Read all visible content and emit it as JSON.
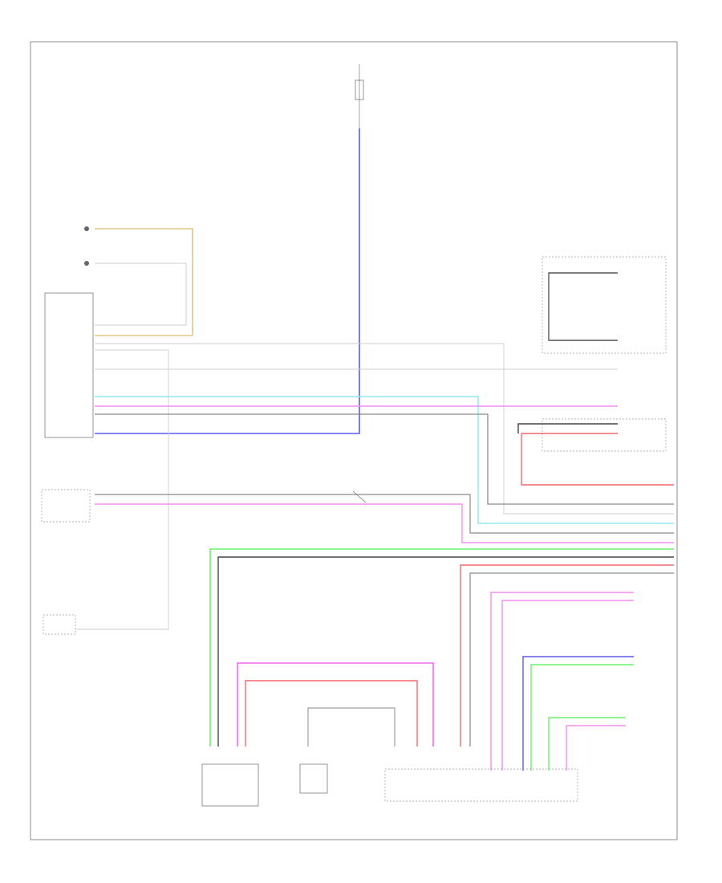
{
  "diagram": {
    "footer_tag": "",
    "system_label": "",
    "legend_lines": [
      "",
      ""
    ],
    "wire_colors": {
      "blue": "#5a5af0",
      "cyan": "#8ee8ee",
      "pink": "#f28ef2",
      "magenta": "#f26af2",
      "red": "#f26a6a",
      "green": "#6af26a",
      "gray": "#8a8a8a",
      "dark": "#444444",
      "tan": "#e2c58a",
      "light": "#cfcfcf"
    },
    "components": [
      {
        "id": "fuse-top",
        "label": ""
      },
      {
        "id": "left-connector",
        "label": ""
      },
      {
        "id": "right-module",
        "label": ""
      },
      {
        "id": "mid-left-connector",
        "label": ""
      },
      {
        "id": "bottom-left-switch",
        "label": ""
      },
      {
        "id": "bottom-connector-1",
        "label": ""
      },
      {
        "id": "bottom-connector-2",
        "label": ""
      },
      {
        "id": "bottom-connector-group",
        "label": ""
      },
      {
        "id": "right-lower-connector",
        "label": ""
      }
    ]
  }
}
